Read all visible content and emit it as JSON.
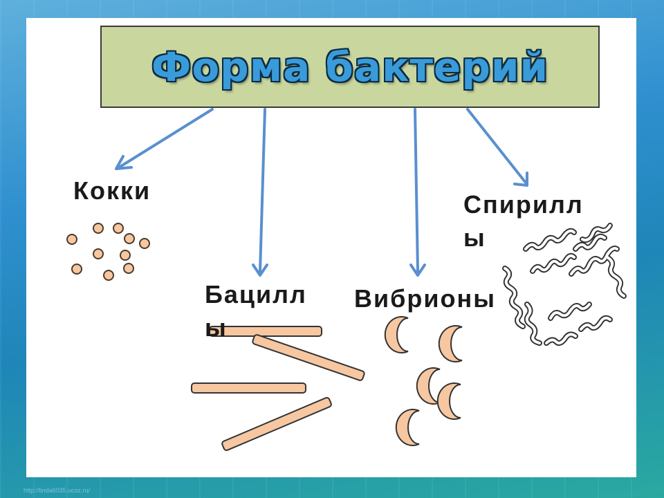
{
  "title": "Форма бактерий",
  "labels": {
    "cocci": "Кокки",
    "bacilli": "Бациллы",
    "vibrios": "Вибрионы",
    "spirilla": "Спириллы"
  },
  "colors": {
    "title_fill": "#c9d79f",
    "title_text": "#3a9bd9",
    "arrow": "#5a8fcf",
    "cocci_fill": "#f6c7a1",
    "bacilli_fill": "#f6c7a1",
    "vibrio_fill": "#f6c7a1",
    "outline": "#333333"
  },
  "footer": "http://linda6035.ucoz.ru/"
}
